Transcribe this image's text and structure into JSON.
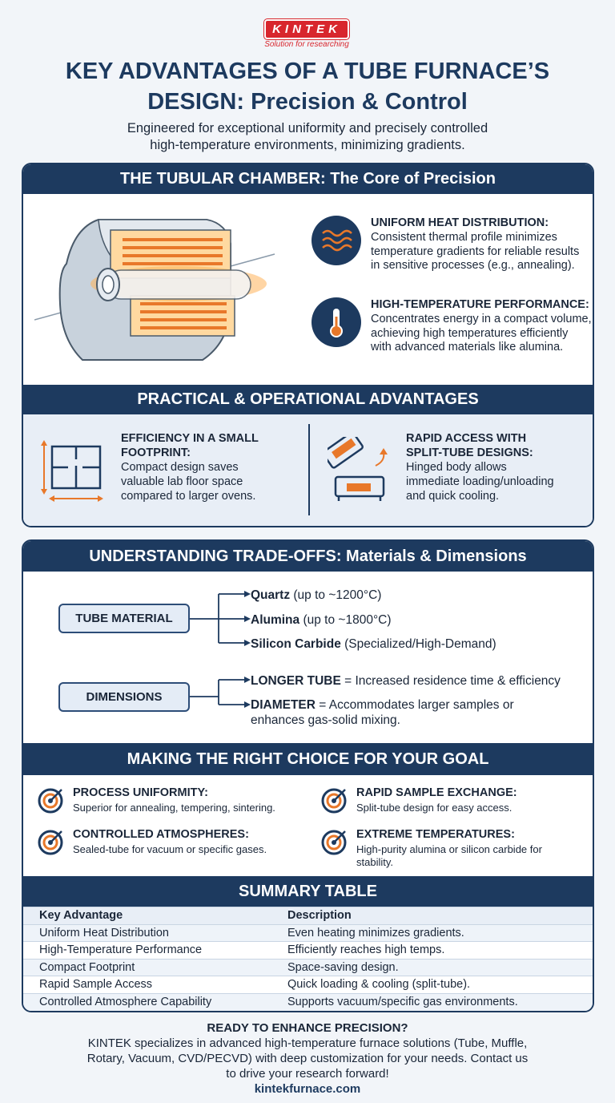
{
  "brand": {
    "name": "KINTEK",
    "tagline": "Solution for researching"
  },
  "title_line1": "KEY ADVANTAGES OF A TUBE FURNACE’S",
  "title_line2": "DESIGN: Precision & Control",
  "subtitle_line1": "Engineered for exceptional uniformity and precisely controlled",
  "subtitle_line2": "high-temperature environments, minimizing gradients.",
  "chamber": {
    "heading": "THE TUBULAR CHAMBER: The Core of Precision",
    "features": [
      {
        "title": "UNIFORM HEAT DISTRIBUTION:",
        "lines": [
          "Consistent thermal profile minimizes",
          "temperature gradients for reliable results",
          "in sensitive processes (e.g., annealing)."
        ],
        "icon": "heat-waves-icon"
      },
      {
        "title": "HIGH-TEMPERATURE PERFORMANCE:",
        "lines": [
          "Concentrates energy in a compact volume,",
          "achieving high temperatures efficiently",
          "with advanced materials like alumina."
        ],
        "icon": "thermometer-icon"
      }
    ]
  },
  "practical": {
    "heading": "PRACTICAL & OPERATIONAL ADVANTAGES",
    "left": {
      "title1": "EFFICIENCY IN A SMALL",
      "title2": "FOOTPRINT:",
      "lines": [
        "Compact design saves",
        "valuable lab floor space",
        "compared to larger ovens."
      ],
      "icon": "floor-plan-icon"
    },
    "right": {
      "title1": "RAPID ACCESS WITH",
      "title2": "SPLIT-TUBE DESIGNS:",
      "lines": [
        "Hinged body allows",
        "immediate loading/unloading",
        "and quick cooling."
      ],
      "icon": "split-tube-icon"
    }
  },
  "tradeoffs": {
    "heading": "UNDERSTANDING TRADE-OFFS: Materials & Dimensions",
    "material_label": "TUBE MATERIAL",
    "materials": [
      {
        "name": "Quartz",
        "note": " (up to ~1200°C)"
      },
      {
        "name": "Alumina",
        "note": " (up to ~1800°C)"
      },
      {
        "name": "Silicon Carbide",
        "note": " (Specialized/High-Demand)"
      }
    ],
    "dimension_label": "DIMENSIONS",
    "dimensions": [
      {
        "name": "LONGER TUBE",
        "note": " = Increased residence time & efficiency"
      },
      {
        "name": "DIAMETER",
        "note": " = Accommodates larger samples or",
        "note2": "enhances gas-solid mixing."
      }
    ]
  },
  "goals": {
    "heading": "MAKING THE RIGHT CHOICE FOR YOUR GOAL",
    "items": [
      {
        "title": "PROCESS UNIFORMITY:",
        "lines": [
          "Superior for annealing, tempering, sintering."
        ]
      },
      {
        "title": "RAPID SAMPLE EXCHANGE:",
        "lines": [
          "Split-tube design for easy access."
        ]
      },
      {
        "title": "CONTROLLED ATMOSPHERES:",
        "lines": [
          "Sealed-tube for vacuum or specific gases."
        ]
      },
      {
        "title": "EXTREME TEMPERATURES:",
        "lines": [
          "High-purity alumina or silicon carbide for",
          "stability."
        ]
      }
    ]
  },
  "summary": {
    "heading": "SUMMARY TABLE",
    "columns": [
      "Key Advantage",
      "Description"
    ],
    "rows": [
      [
        "Uniform Heat Distribution",
        "Even heating minimizes gradients."
      ],
      [
        "High-Temperature Performance",
        "Efficiently reaches high temps."
      ],
      [
        "Compact Footprint",
        "Space-saving design."
      ],
      [
        "Rapid Sample Access",
        "Quick loading & cooling (split-tube)."
      ],
      [
        "Controlled Atmosphere Capability",
        "Supports vacuum/specific gas environments."
      ]
    ]
  },
  "cta": {
    "heading": "READY TO ENHANCE PRECISION?",
    "lines": [
      "KINTEK specializes in advanced high-temperature furnace solutions (Tube, Muffle,",
      "Rotary, Vacuum, CVD/PECVD) with deep customization for your needs. Contact us",
      "to drive your research forward!"
    ],
    "url": "kintekfurnace.com"
  },
  "colors": {
    "navy": "#1d3a5f",
    "accent": "#e8782a",
    "brand_red": "#d8262d"
  }
}
